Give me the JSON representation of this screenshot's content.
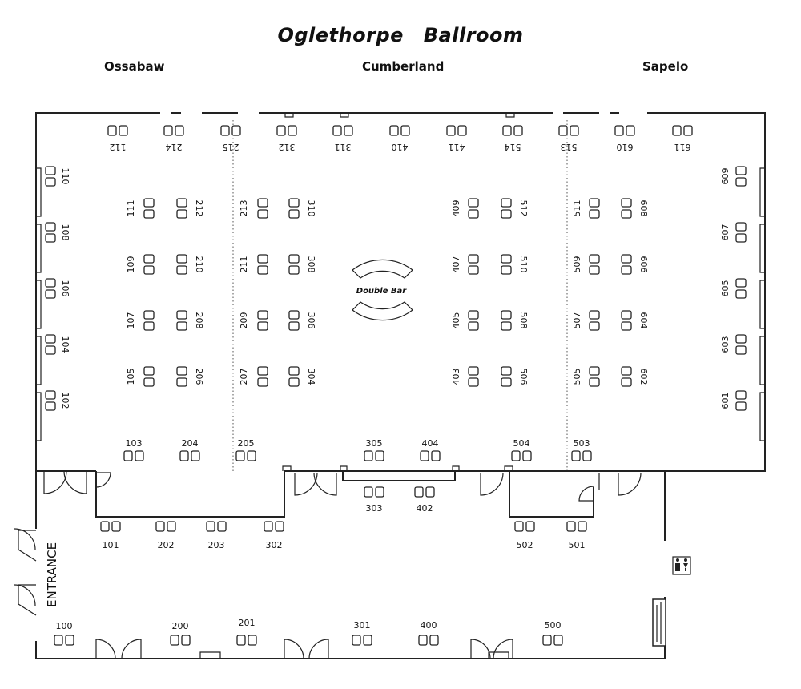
{
  "title": {
    "part1": "Oglethorpe",
    "part2": "Ballroom"
  },
  "sections": {
    "left": "Ossabaw",
    "center": "Cumberland",
    "right": "Sapelo"
  },
  "entrance_label": "ENTRANCE",
  "bar_label": "Double Bar",
  "booths_top": [
    "112",
    "214",
    "215",
    "312",
    "311",
    "410",
    "411",
    "514",
    "513",
    "610",
    "611"
  ],
  "booths_left": [
    "110",
    "108",
    "106",
    "104",
    "102"
  ],
  "booths_right": [
    "609",
    "607",
    "605",
    "603",
    "601"
  ],
  "inner_rows": [
    [
      "111",
      "212",
      "213",
      "310",
      "409",
      "512",
      "511",
      "608"
    ],
    [
      "109",
      "210",
      "211",
      "308",
      "407",
      "510",
      "509",
      "606"
    ],
    [
      "107",
      "208",
      "209",
      "306",
      "405",
      "508",
      "507",
      "604"
    ],
    [
      "105",
      "206",
      "207",
      "304",
      "403",
      "506",
      "505",
      "602"
    ]
  ],
  "booths_front": [
    "103",
    "204",
    "205",
    "305",
    "404",
    "504",
    "503"
  ],
  "booths_lobby_upper": [
    "101",
    "202",
    "203",
    "302",
    "303",
    "402",
    "502",
    "501"
  ],
  "booths_lobby_lower": [
    "100",
    "200",
    "201",
    "301",
    "400",
    "500"
  ],
  "icons": {
    "restroom": "restroom-icon",
    "stairs": "stairs-icon"
  }
}
